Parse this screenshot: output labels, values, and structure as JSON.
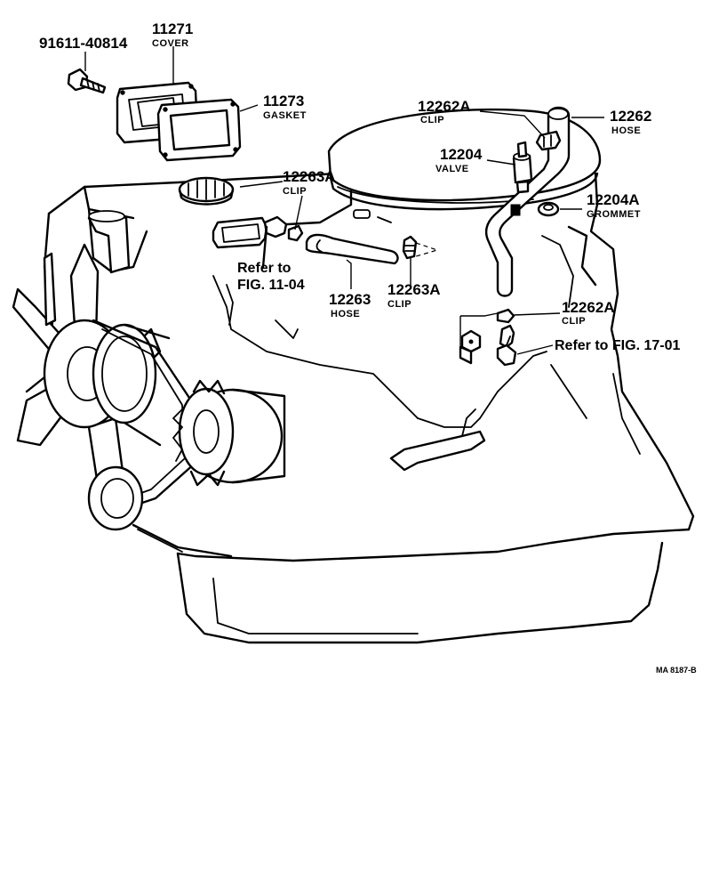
{
  "labels": {
    "bolt": {
      "number": "91611-40814"
    },
    "cover": {
      "number": "11271",
      "name": "COVER"
    },
    "gasket": {
      "number": "11273",
      "name": "GASKET"
    },
    "clip_top": {
      "number": "12262A",
      "name": "CLIP"
    },
    "hose_top": {
      "number": "12262",
      "name": "HOSE"
    },
    "valve": {
      "number": "12204",
      "name": "VALVE"
    },
    "clip_left": {
      "number": "12263A",
      "name": "CLIP"
    },
    "grommet": {
      "number": "12204A",
      "name": "GROMMET"
    },
    "hose_mid": {
      "number": "12263",
      "name": "HOSE"
    },
    "clip_mid": {
      "number": "12263A",
      "name": "CLIP"
    },
    "clip_right": {
      "number": "12262A",
      "name": "CLIP"
    }
  },
  "references": {
    "fig_11_04_line1": "Refer to",
    "fig_11_04_line2": "FIG. 11-04",
    "fig_17_01": "Refer to FIG. 17-01"
  },
  "drawing_code": "MA 8187-B"
}
